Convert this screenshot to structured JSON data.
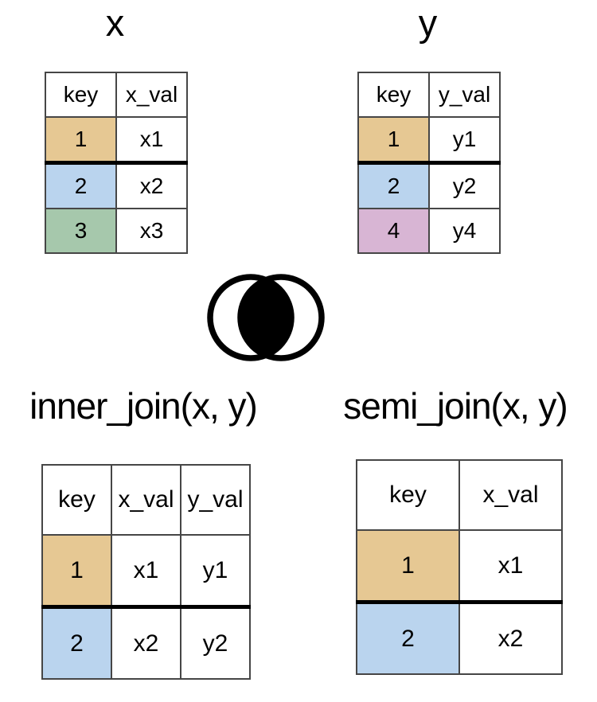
{
  "colors": {
    "key1": "#E6C893",
    "key2": "#BAD4EE",
    "key3": "#A6C8AC",
    "key4": "#D8B5D4",
    "thick_divider": "#000000",
    "grid_line": "#464646"
  },
  "venn": {
    "icon_name": "inner-join-venn",
    "filled_region": "intersection"
  },
  "table_x": {
    "title": "x",
    "headers": [
      "key",
      "x_val"
    ],
    "rows": [
      {
        "key": "1",
        "val": "x1",
        "key_color": "key1"
      },
      {
        "key": "2",
        "val": "x2",
        "key_color": "key2"
      },
      {
        "key": "3",
        "val": "x3",
        "key_color": "key3"
      }
    ]
  },
  "table_y": {
    "title": "y",
    "headers": [
      "key",
      "y_val"
    ],
    "rows": [
      {
        "key": "1",
        "val": "y1",
        "key_color": "key1"
      },
      {
        "key": "2",
        "val": "y2",
        "key_color": "key2"
      },
      {
        "key": "4",
        "val": "y4",
        "key_color": "key4"
      }
    ]
  },
  "table_inner": {
    "title": "inner_join(x, y)",
    "headers": [
      "key",
      "x_val",
      "y_val"
    ],
    "rows": [
      {
        "key": "1",
        "x_val": "x1",
        "y_val": "y1",
        "key_color": "key1"
      },
      {
        "key": "2",
        "x_val": "x2",
        "y_val": "y2",
        "key_color": "key2"
      }
    ]
  },
  "table_semi": {
    "title": "semi_join(x, y)",
    "headers": [
      "key",
      "x_val"
    ],
    "rows": [
      {
        "key": "1",
        "val": "x1",
        "key_color": "key1"
      },
      {
        "key": "2",
        "val": "x2",
        "key_color": "key2"
      }
    ]
  }
}
